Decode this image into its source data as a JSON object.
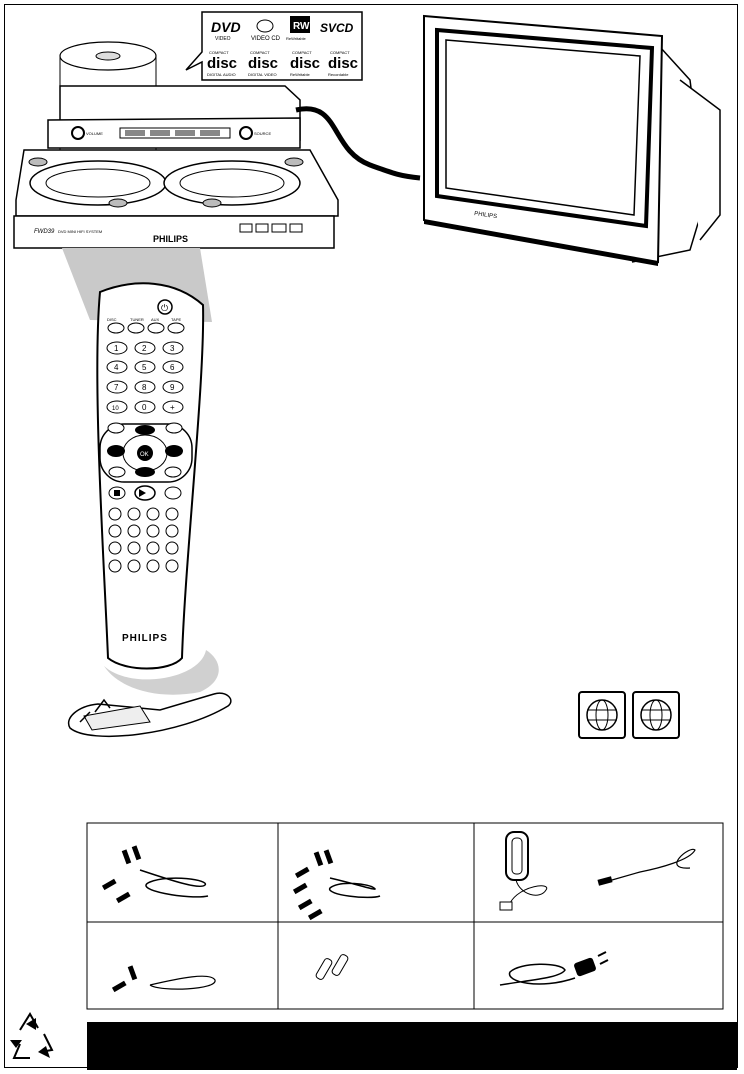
{
  "logos": {
    "dvd_label": "DVD",
    "dvd_sub": "VIDEO",
    "videocd": "VIDEO CD",
    "rw_sub": "ReWritable",
    "svcd": "SVCD",
    "disc_top": "COMPACT",
    "disc_word": "disc",
    "disc_sub_1": "DIGITAL AUDIO",
    "disc_sub_2": "DIGITAL VIDEO",
    "disc_sub_3": "ReWritable",
    "disc_sub_4": "Recordable"
  },
  "system": {
    "model": "FWD39",
    "model_sub": "DVD MINI HIFI SYSTEM",
    "brand": "PHILIPS",
    "left_knob": "VOLUME",
    "right_knob": "SOURCE"
  },
  "tv": {
    "brand_label": "PHILIPS"
  },
  "remote": {
    "brand": "PHILIPS",
    "top_keys": [
      "DISC",
      "TUNER",
      "AUX",
      "TAPE"
    ],
    "digits": [
      "1",
      "2",
      "3",
      "4",
      "5",
      "6",
      "7",
      "8",
      "9",
      "10",
      "0",
      "+"
    ],
    "ok_label": "OK"
  },
  "region_badges": [
    "region-1",
    "region-2"
  ],
  "accessories": [
    "audio-cable",
    "video-cable",
    "am-loop-antenna",
    "fm-wire-antenna",
    "composite-video-cable",
    "batteries",
    "power-cord"
  ]
}
